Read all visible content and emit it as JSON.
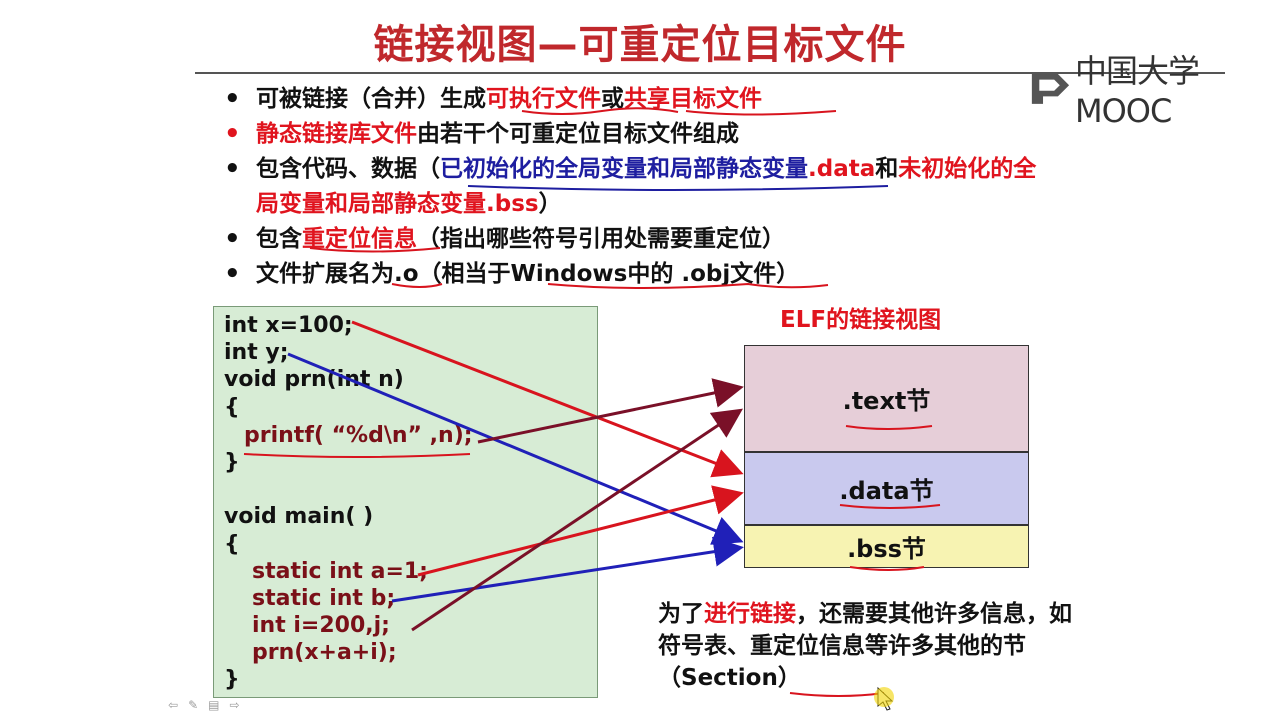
{
  "slide": {
    "title": "链接视图—可重定位目标文件",
    "logo_text": "中国大学MOOC"
  },
  "bullets": {
    "b1": {
      "t1": "可被链接（合并）生成",
      "t2": "可执行文件",
      "t3": "或",
      "t4": "共享目标文件"
    },
    "b2": {
      "t1": "静态链接库文件",
      "t2": "由若干个可重定位目标文件组成"
    },
    "b3": {
      "t1": "包含代码、数据（",
      "t2": "已初始化的全局变量和局部静态变量",
      "t3": ".data",
      "t4": "和",
      "t5": "未初始化的全局变量和局部静态变量",
      "t6": ".bss",
      "t7": "）"
    },
    "b4": {
      "t1": "包含",
      "t2": "重定位信息",
      "t3": "（指出哪些符号引用处需要重定位）"
    },
    "b5": {
      "t1": "文件扩展名为.o（相当于Windows中的 .obj文件）"
    }
  },
  "code": {
    "lines": [
      "int x=100;",
      "int y;",
      "void prn(int n)",
      "{",
      "printf( “%d\\n” ,n);",
      "}",
      "void main( )",
      "{",
      "static int a=1;",
      "static int b;",
      "int i=200,j;",
      "prn(x+a+i);",
      "}"
    ]
  },
  "elf": {
    "label": "ELF的链接视图",
    "text_section": ".text节",
    "data_section": ".data节",
    "bss_section": ".bss节"
  },
  "note": {
    "t1": "为了",
    "t2": "进行链接",
    "t3": "，还需要其他许多信息，如符号表、重定位信息等许多其他的节（Section）"
  },
  "colors": {
    "title_red": "#c0282c",
    "highlight_red": "#e0141e",
    "highlight_blue": "#1e1ea0",
    "code_bg": "#d7ecd5",
    "text_bg": "#e6ced8",
    "data_bg": "#c9c9ee",
    "bss_bg": "#f7f3b2"
  },
  "icons": [
    "moocs-logo-icon",
    "prev-icon",
    "pen-icon",
    "menu-icon",
    "next-icon",
    "cursor-icon"
  ]
}
